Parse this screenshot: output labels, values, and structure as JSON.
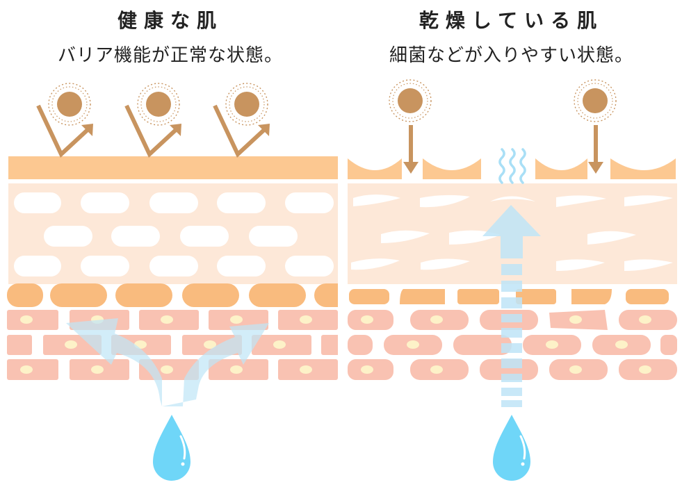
{
  "left_panel": {
    "title": "健康な肌",
    "subtitle": "バリア機能が正常な状態。"
  },
  "right_panel": {
    "title": "乾燥している肌",
    "subtitle": "細菌などが入りやすい状態。"
  },
  "colors": {
    "sun": "#c8945f",
    "arrow_brown": "#c8945f",
    "surface_layer": "#fcc891",
    "horny_layer_bg": "#fde8d8",
    "granular_cell": "#f9bb7e",
    "basal_cell": "#f9c2b2",
    "nucleus": "#fdf2c8",
    "water_drop": "#6fd6f8",
    "flow_arrow": "#bfe5f7"
  }
}
